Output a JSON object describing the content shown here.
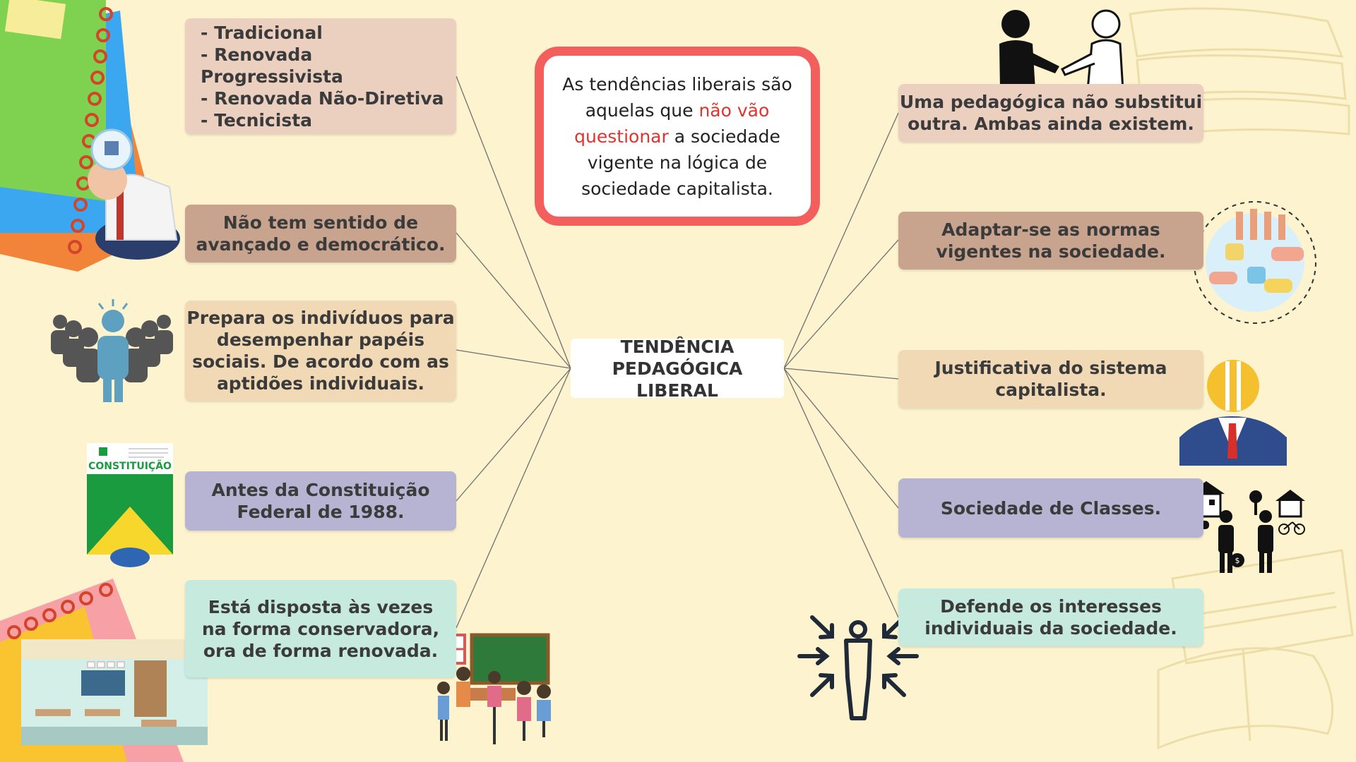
{
  "center": {
    "lines": [
      "TENDÊNCIA",
      "PEDAGÓGICA",
      "LIBERAL"
    ]
  },
  "callout": {
    "before": "As tendências liberais são aquelas que ",
    "highlight": "não vão questionar",
    "after": " a sociedade vigente na lógica de sociedade capitalista."
  },
  "left_nodes": [
    {
      "lines": [
        "- Tradicional",
        "- Renovada Progressivista",
        "- Renovada Não-Diretiva",
        "- Tecnicista"
      ]
    },
    {
      "lines": [
        "Não tem sentido de",
        "avançado e democrático."
      ]
    },
    {
      "lines": [
        "Prepara os indivíduos para",
        "desempenhar papéis",
        "sociais. De acordo com as",
        "aptidões individuais."
      ]
    },
    {
      "lines": [
        "Antes da Constituição",
        "Federal de 1988."
      ]
    },
    {
      "lines": [
        "Está disposta às vezes",
        "na forma conservadora,",
        "ora de forma renovada."
      ]
    }
  ],
  "right_nodes": [
    {
      "lines": [
        "Uma pedagógica não substitui",
        "outra. Ambas ainda existem."
      ]
    },
    {
      "lines": [
        "Adaptar-se as normas",
        "vigentes na sociedade."
      ]
    },
    {
      "lines": [
        "Justificativa do sistema",
        "capitalista."
      ]
    },
    {
      "lines": [
        "Sociedade de Classes."
      ]
    },
    {
      "lines": [
        "Defende os interesses",
        "individuais da sociedade."
      ]
    }
  ],
  "constitution_doc": {
    "title": "CONSTITUIÇÃO"
  },
  "colors": {
    "background": "#fdf3cf",
    "callout_border": "#f25f5c",
    "highlight_text": "#e0342f",
    "node_pink": "#ebd0c0",
    "node_brown": "#c8a38d",
    "node_sand": "#f1d9b6",
    "node_lavender": "#b6b4d2",
    "node_mint": "#c7eadf"
  },
  "icons": [
    "notebook-icon",
    "scientist-head-icon",
    "crowd-leader-icon",
    "constitution-book-icon",
    "classroom-icon",
    "teacher-students-icon",
    "handshake-icon",
    "puzzle-hands-icon",
    "bitcoin-head-businessman-icon",
    "rich-poor-icon",
    "focus-person-arrows-icon",
    "books-sketch-icon"
  ]
}
